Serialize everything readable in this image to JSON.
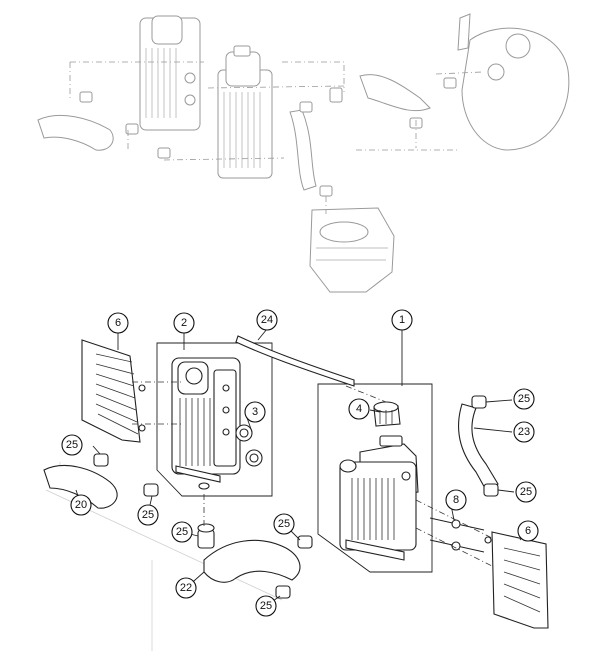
{
  "diagram": {
    "callouts": [
      {
        "id": "callout-1",
        "label": "1"
      },
      {
        "id": "callout-2",
        "label": "2"
      },
      {
        "id": "callout-3",
        "label": "3"
      },
      {
        "id": "callout-4",
        "label": "4"
      },
      {
        "id": "callout-6a",
        "label": "6"
      },
      {
        "id": "callout-6b",
        "label": "6"
      },
      {
        "id": "callout-8",
        "label": "8"
      },
      {
        "id": "callout-20",
        "label": "20"
      },
      {
        "id": "callout-22",
        "label": "22"
      },
      {
        "id": "callout-23",
        "label": "23"
      },
      {
        "id": "callout-24",
        "label": "24"
      },
      {
        "id": "callout-25a",
        "label": "25"
      },
      {
        "id": "callout-25b",
        "label": "25"
      },
      {
        "id": "callout-25c",
        "label": "25"
      },
      {
        "id": "callout-25d",
        "label": "25"
      },
      {
        "id": "callout-25e",
        "label": "25"
      },
      {
        "id": "callout-25f",
        "label": "25"
      },
      {
        "id": "callout-25g",
        "label": "25"
      }
    ]
  }
}
